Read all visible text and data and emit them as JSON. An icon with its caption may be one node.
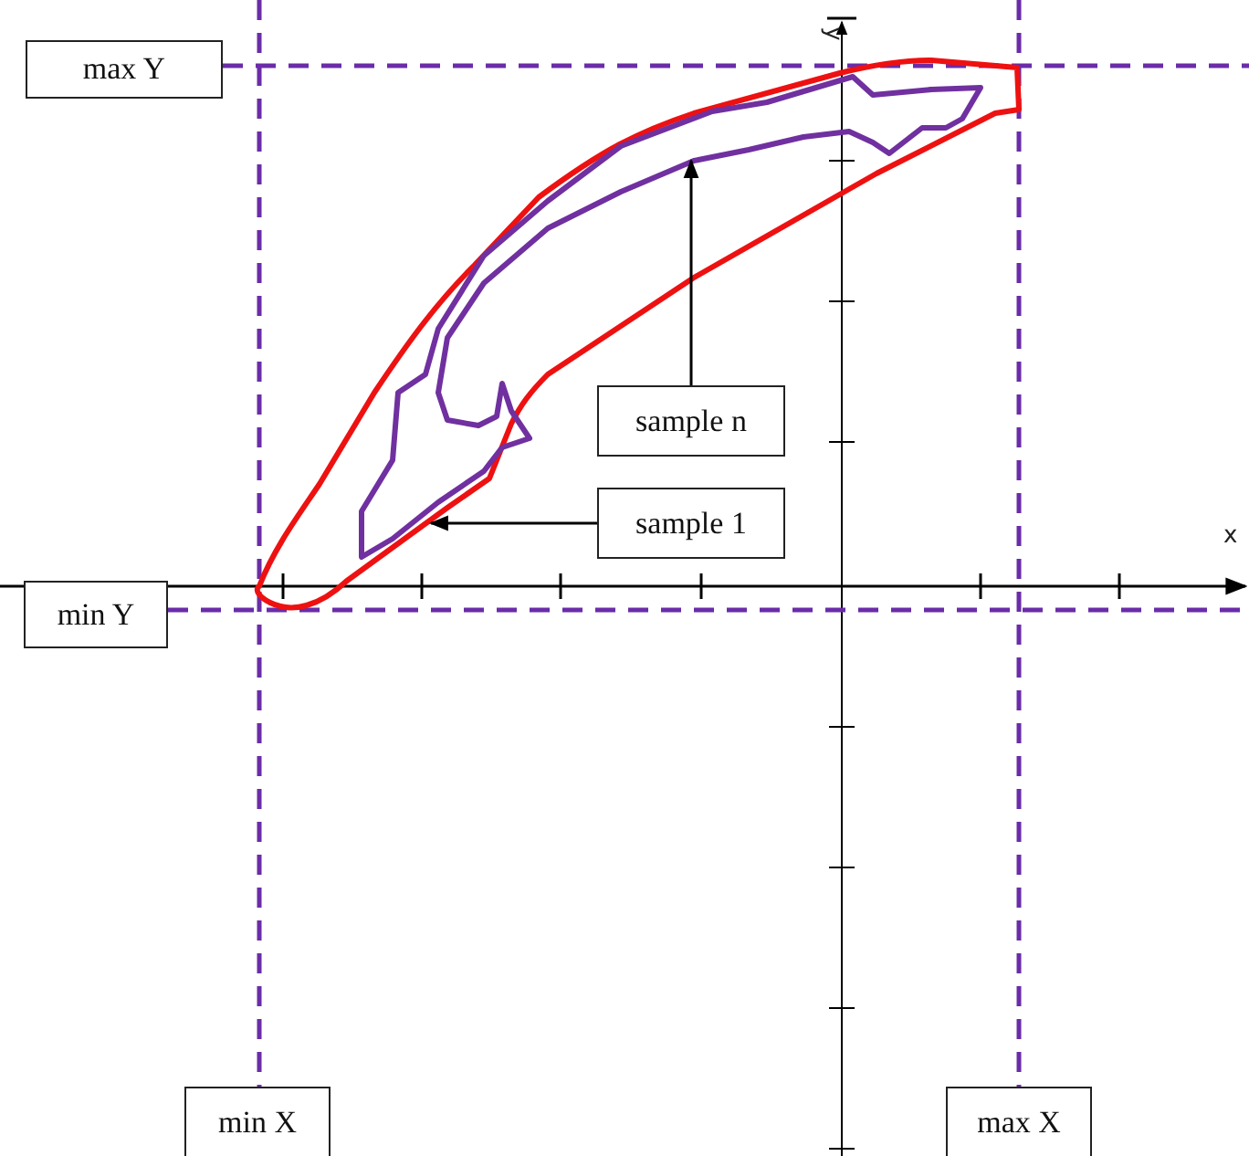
{
  "diagram": {
    "nodes": [
      {
        "text": [
          "max Y"
        ]
      },
      {
        "text": [
          "min Y"
        ]
      },
      {
        "text": [
          "min X"
        ]
      },
      {
        "text": [
          "max X"
        ]
      },
      {
        "text": [
          "sample n"
        ]
      },
      {
        "text": [
          "sample 1"
        ]
      }
    ],
    "edges": [
      {
        "from": 4,
        "to": null,
        "arrow": "to"
      },
      {
        "from": 5,
        "to": null,
        "arrow": "to"
      }
    ],
    "labels": [
      "y",
      "x"
    ]
  }
}
